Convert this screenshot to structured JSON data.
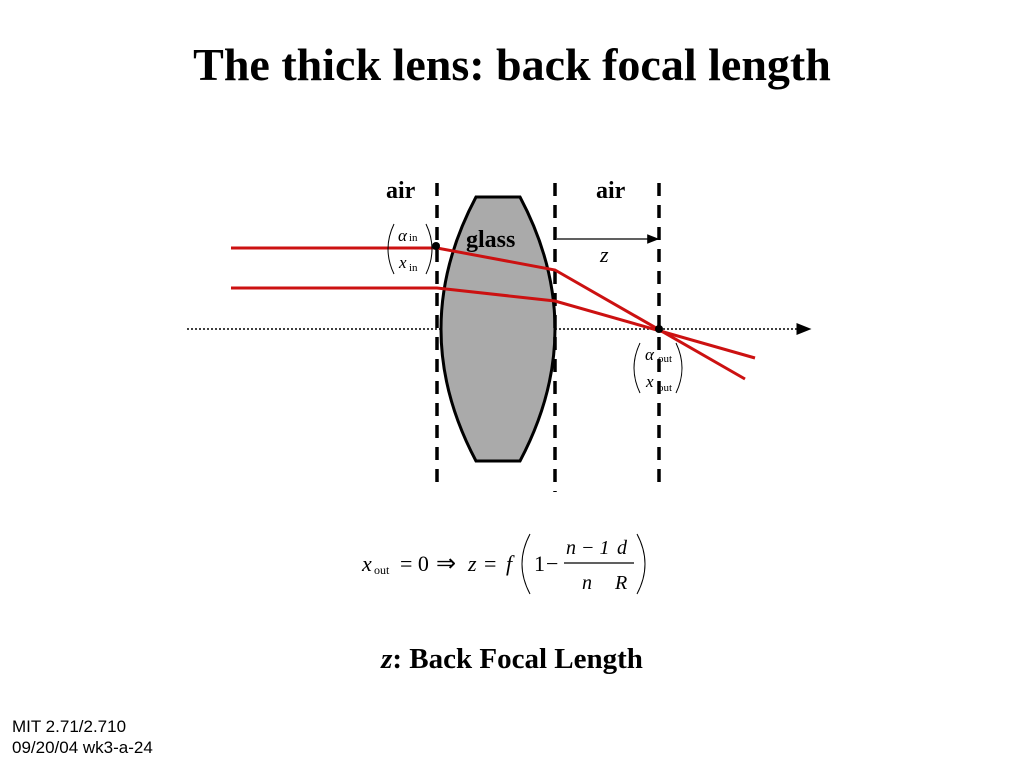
{
  "slide": {
    "title": "The thick lens: back focal length",
    "caption_var": "z",
    "caption_text": ": Back Focal Length"
  },
  "footer": {
    "course": "MIT 2.71/2.710",
    "slide_id": "09/20/04 wk3-a-24"
  },
  "diagram": {
    "air_left": "air",
    "air_right": "air",
    "glass": "glass",
    "z_label": "z",
    "in_vector": {
      "alpha": "α",
      "x": "x",
      "sub": "in"
    },
    "out_vector": {
      "alpha": "α",
      "x": "x",
      "sub": "out"
    },
    "colors": {
      "ray": "#cc1111",
      "lens_fill": "#aaaaaa",
      "axis": "#000000"
    }
  },
  "equation": {
    "lhs_var": "x",
    "lhs_sub": "out",
    "eq_zero": "= 0",
    "implies": "⇒",
    "z": "z",
    "eq": "=",
    "f": "f",
    "one": "1",
    "minus": "−",
    "num1": "n − 1",
    "den1": "n",
    "num2": "d",
    "den2": "R"
  }
}
